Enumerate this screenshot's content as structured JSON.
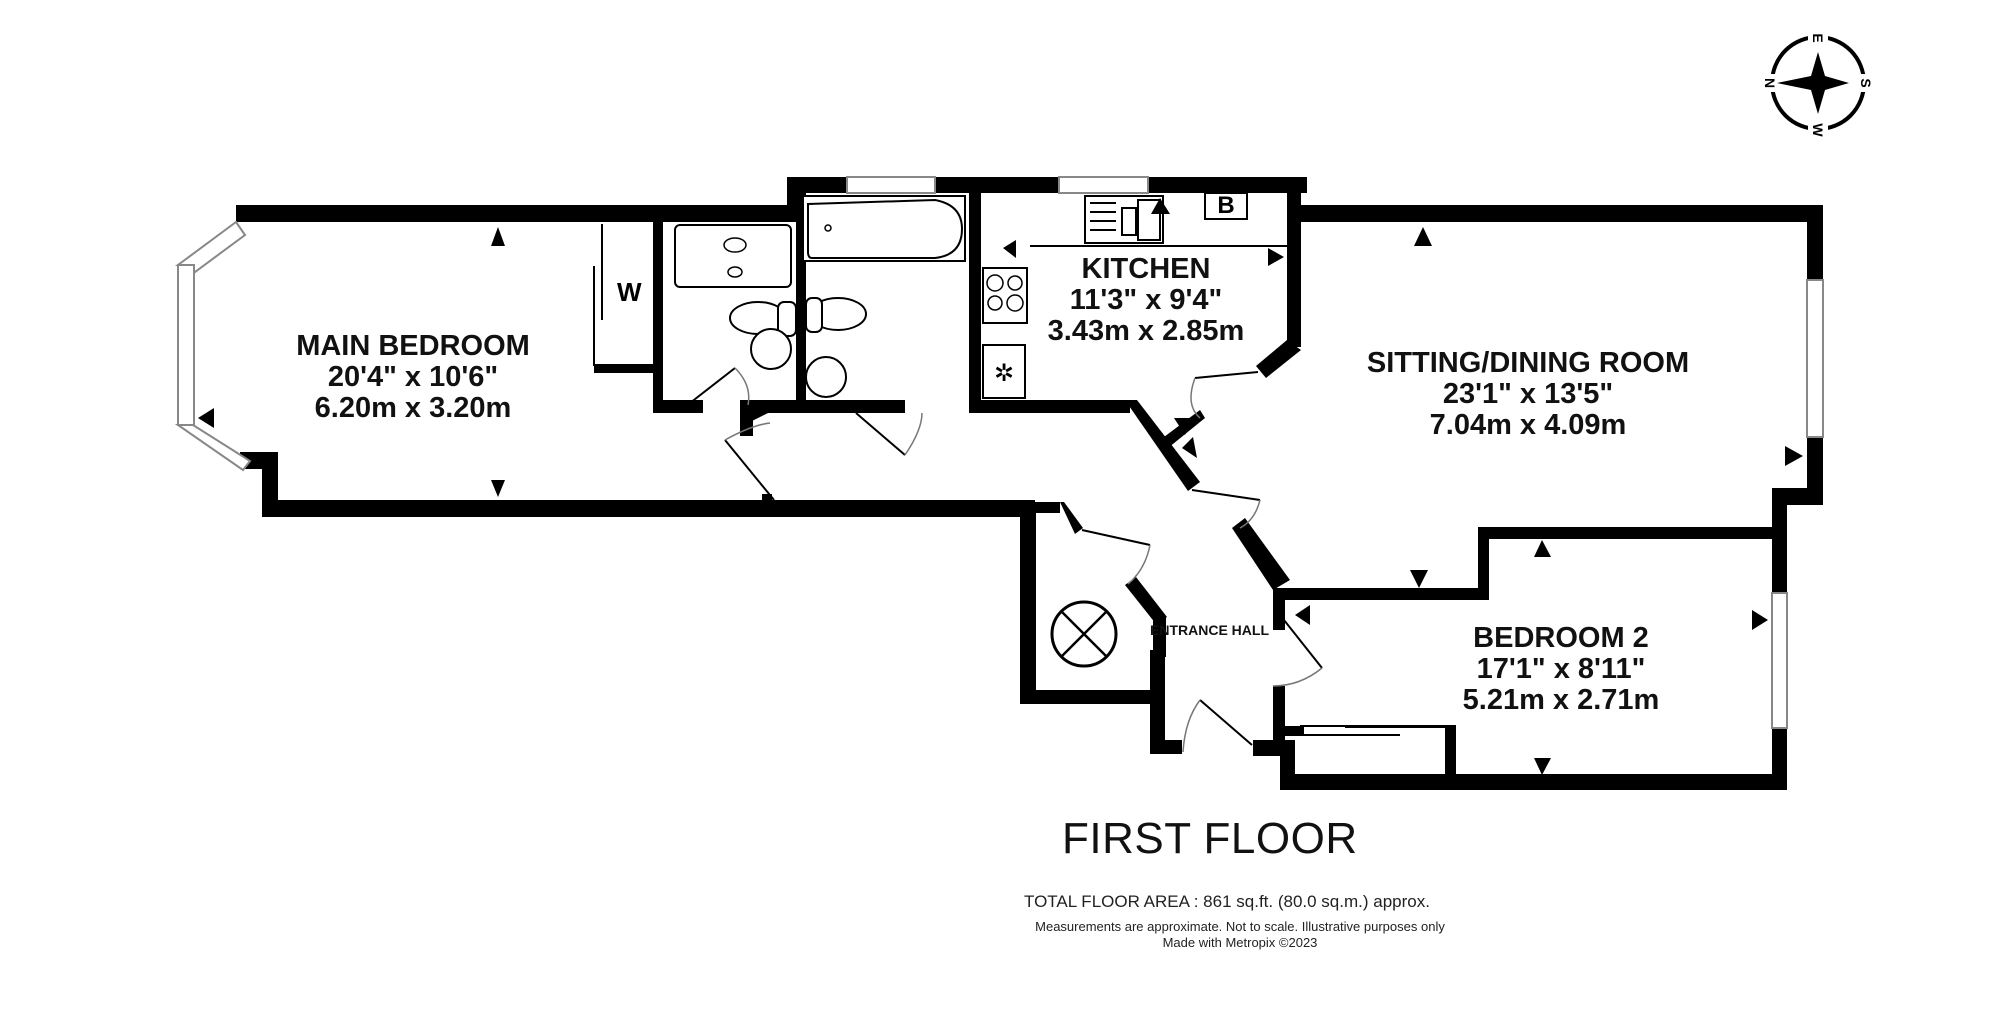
{
  "floor": {
    "title": "FIRST FLOOR",
    "total_area": "TOTAL FLOOR AREA : 861 sq.ft. (80.0 sq.m.) approx.",
    "disclaimer": "Measurements are approximate.  Not to scale.  Illustrative purposes only",
    "credit": "Made with Metropix ©2023"
  },
  "compass": {
    "icon": "compass-rose-icon",
    "labels": {
      "top": "E",
      "right": "S",
      "bottom": "W",
      "left": "N"
    }
  },
  "rooms": [
    {
      "id": "main-bedroom",
      "name": "MAIN BEDROOM",
      "imperial": "20'4\"  x 10'6\"",
      "metric": "6.20m  x 3.20m"
    },
    {
      "id": "kitchen",
      "name": "KITCHEN",
      "imperial": "11'3\"  x 9'4\"",
      "metric": "3.43m  x 2.85m"
    },
    {
      "id": "sitting-dining-room",
      "name": "SITTING/DINING ROOM",
      "imperial": "23'1\"  x 13'5\"",
      "metric": "7.04m  x 4.09m"
    },
    {
      "id": "bedroom-2",
      "name": "BEDROOM 2",
      "imperial": "17'1\"  x 8'11\"",
      "metric": "5.21m  x 2.71m"
    },
    {
      "id": "entrance-hall",
      "name": "ENTRANCE HALL"
    }
  ],
  "fixtures": {
    "wardrobe_label": "W",
    "boiler_label": "B",
    "icons": [
      "bath-icon",
      "shower-tray-icon",
      "toilet-icon",
      "basin-icon",
      "sink-icon",
      "hob-icon",
      "fridge-freezer-icon",
      "cylinder-cupboard-icon"
    ]
  }
}
